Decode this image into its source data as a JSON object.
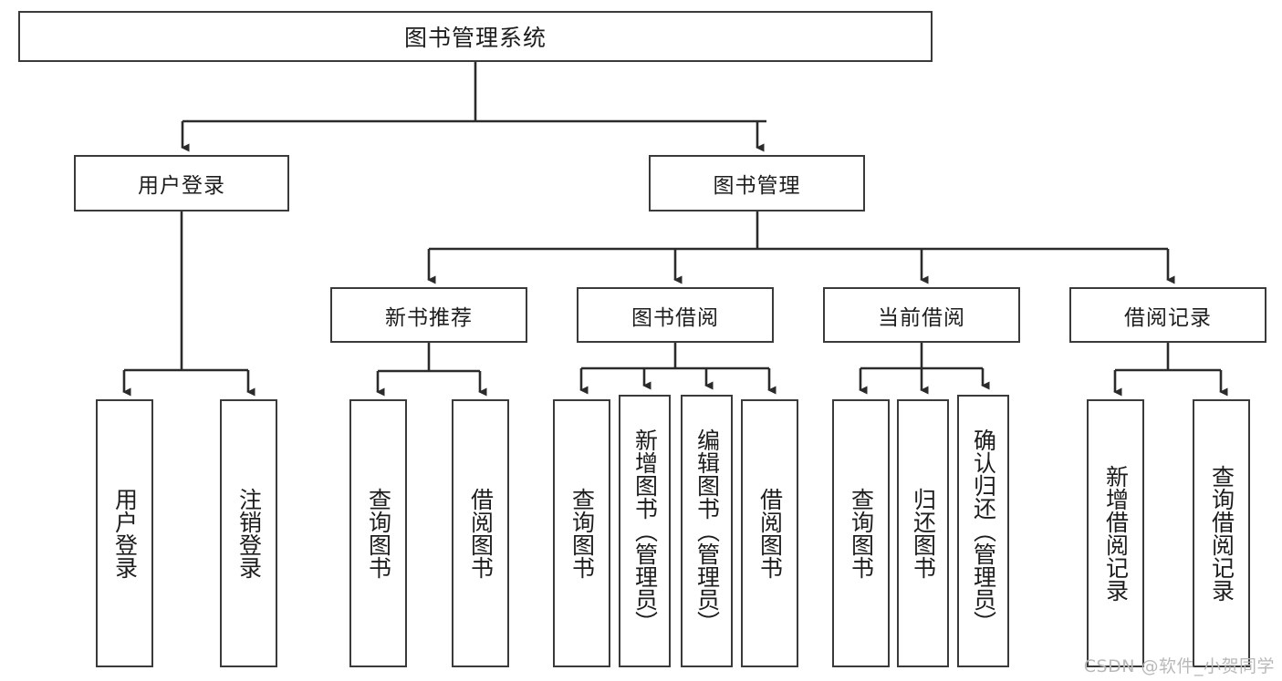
{
  "diagram": {
    "title": "图书管理系统",
    "type": "tree-hierarchy-chart",
    "root": {
      "label": "图书管理系统"
    },
    "level1": [
      {
        "label": "用户登录"
      },
      {
        "label": "图书管理"
      }
    ],
    "level2": [
      {
        "label": "新书推荐"
      },
      {
        "label": "图书借阅"
      },
      {
        "label": "当前借阅"
      },
      {
        "label": "借阅记录"
      }
    ],
    "leaves": [
      {
        "label": "用户登录"
      },
      {
        "label": "注销登录"
      },
      {
        "label": "查询图书"
      },
      {
        "label": "借阅图书"
      },
      {
        "label": "查询图书"
      },
      {
        "label": "新增图书（管理员）"
      },
      {
        "label": "编辑图书（管理员）"
      },
      {
        "label": "借阅图书"
      },
      {
        "label": "查询图书"
      },
      {
        "label": "归还图书"
      },
      {
        "label": "确认归还（管理员）"
      },
      {
        "label": "新增借阅记录"
      },
      {
        "label": "查询借阅记录"
      }
    ]
  },
  "watermark": {
    "text": "CSDN @软件_小贺同学"
  },
  "colors": {
    "box_border": "#3a3a3a",
    "box_fill": "#ffffff",
    "text": "#1d1d1d",
    "connector": "#2b2b2b",
    "watermark": "#b9b9b9",
    "background": "#ffffff"
  }
}
